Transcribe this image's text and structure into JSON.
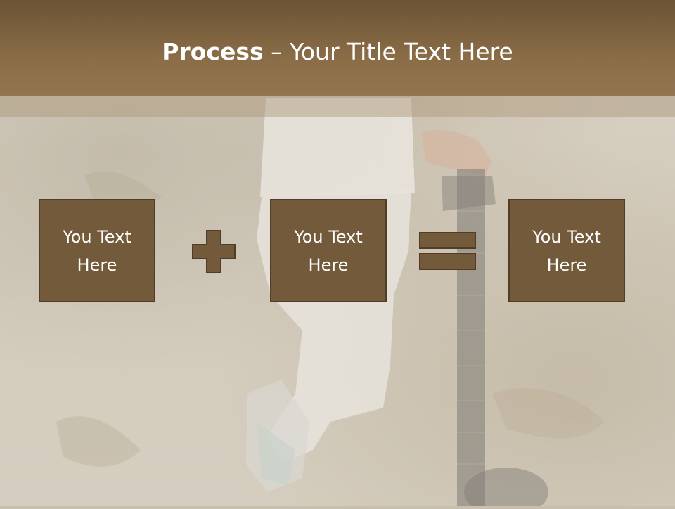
{
  "slide": {
    "title_bold": "Process",
    "title_rest": " – Your Title Text Here",
    "boxes": [
      {
        "text": "You Text Here"
      },
      {
        "text": "You Text Here"
      },
      {
        "text": "You Text Here"
      }
    ],
    "operators": [
      "plus-icon",
      "equals-icon"
    ]
  },
  "colors": {
    "header": "#8a6d47",
    "box_fill": "#735a3b",
    "box_border": "#4f3d27"
  }
}
